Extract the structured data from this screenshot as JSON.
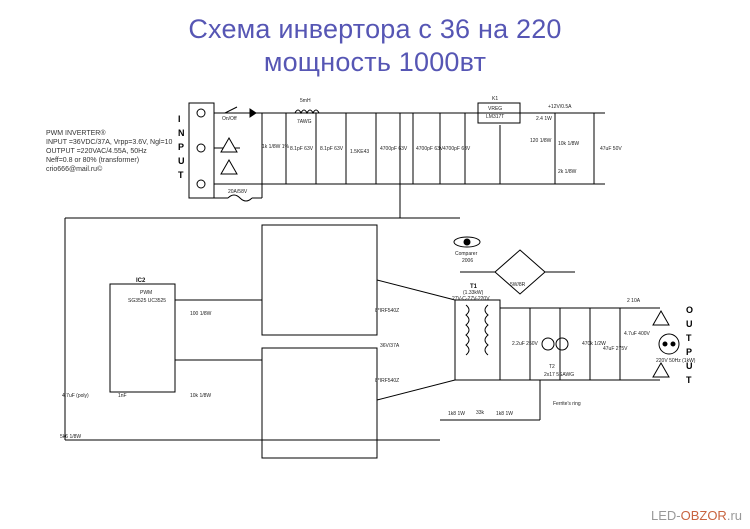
{
  "title": {
    "line1": "Схема инвертора с 36 на 220",
    "line2": "мощность 1000вт"
  },
  "notes": [
    "PWM INVERTER®",
    "INPUT =36VDC/37A, Vrpp=3.6V, Ngl=10",
    "OUTPUT =220VAC/4.55A, 50Hz",
    "Neff=0.8 or 80% (transformer)",
    "crio666@mail.ru©"
  ],
  "input_label": [
    "I",
    "N",
    "P",
    "U",
    "T"
  ],
  "output_label": [
    "O",
    "U",
    "T",
    "P",
    "U",
    "T"
  ],
  "labels": {
    "onoff": "On/Off",
    "fuse_in": "20A/58V",
    "fuse_out": "2 10A",
    "choke": "5mH",
    "choke_a": "7AWG",
    "k1": "K1",
    "vreg": "VREG",
    "lm317": "LM317T",
    "plus12": "+12V/0.5A",
    "r_2_4k": "2.4 1W",
    "r_120": "120 1/8W",
    "r_10k": "10k 1/8W",
    "r_2k": "2k 1/8W",
    "c_47": "47uF 50V",
    "c_1k": "1k 1/8W 1%",
    "c_4700": "4700pF 63V",
    "c_8_1": "8.1pF 63V",
    "c_1_5ke": "1.5KE43",
    "ic2": "IC2",
    "pwm": "PWM",
    "sg3525": "SG3525 UC3525",
    "irf": "8*IRF540Z",
    "v36": "36V/37A",
    "t1": "T1",
    "t1_spec": "(1.33kW)",
    "t1_ratio": "27V-C-27V-220V",
    "bridge": "5W/8R",
    "comparer": "Comparer",
    "year": "2006",
    "c_2_2": "2.2uF 250V",
    "c_470": "470k 1/2W",
    "c_4_7": "4.7uF 400V",
    "c_47b": "47uF 275V",
    "ferrite": "Ferrite's ring",
    "c_2x17": "2x17 5SAWG",
    "t2": "T2",
    "ac_out": "220V 50Hz (1kW)",
    "r_1k8": "1k8 1W",
    "r_33k": "33k",
    "onoff_fuse": "1k",
    "c_4_7uF": "4.7uF (poly)",
    "c_1n": "1nF",
    "c_5k6": "5k6 1/8W",
    "c_10k": "10k 1/8W",
    "c_100": "100 1/8W"
  },
  "watermark": {
    "prefix": "LED-",
    "brand": "OBZOR",
    "suffix": ".ru"
  }
}
